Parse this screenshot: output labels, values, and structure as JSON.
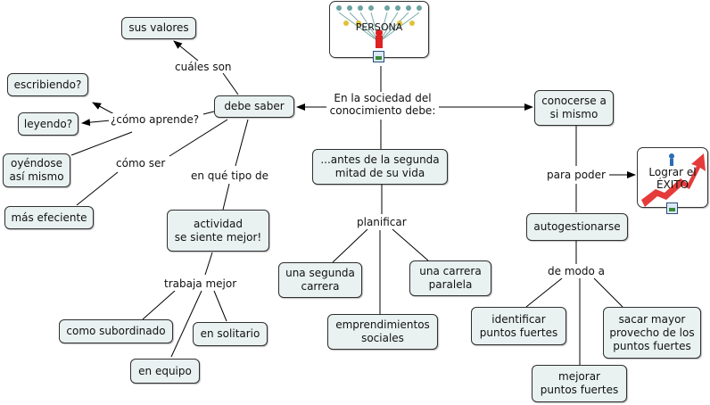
{
  "center": "En la sociedad del\nconocimiento debe:",
  "images": {
    "persona": {
      "caption": "PERSONA",
      "icon": "people-network-image"
    },
    "exito": {
      "caption": "Lograr el\nÉXITO",
      "icon": "success-arrow-image"
    }
  },
  "nodes": {
    "sus_valores": "sus valores",
    "escribiendo": "escribiendo?",
    "leyendo": "leyendo?",
    "oyendose": "oyéndose\nasí mismo",
    "mas_eficiente": "más efeciente",
    "debe_saber": "debe saber",
    "actividad": "actividad\nse siente mejor!",
    "como_subordinado": "como subordinado",
    "en_solitario": "en solitario",
    "en_equipo": "en equipo",
    "antes": "...antes de la segunda\nmitad de su vida",
    "segunda_carrera": "una segunda\ncarrera",
    "carrera_paralela": "una carrera\nparalela",
    "emprendimientos": "emprendimientos\nsociales",
    "conocerse": "conocerse a\nsi mismo",
    "autogestionarse": "autogestionarse",
    "identificar": "identificar\npuntos fuertes",
    "mejorar": "mejorar\npuntos fuertes",
    "sacar": "sacar mayor\nprovecho de los\npuntos fuertes"
  },
  "links": {
    "cuales_son": "cuáles son",
    "como_aprende": "¿cómo aprende?",
    "como_ser": "cómo ser",
    "en_que_tipo": "en qué tipo de",
    "trabaja_mejor": "trabaja mejor",
    "planificar": "planificar",
    "para_poder": "para poder",
    "de_modo_a": "de modo a"
  }
}
